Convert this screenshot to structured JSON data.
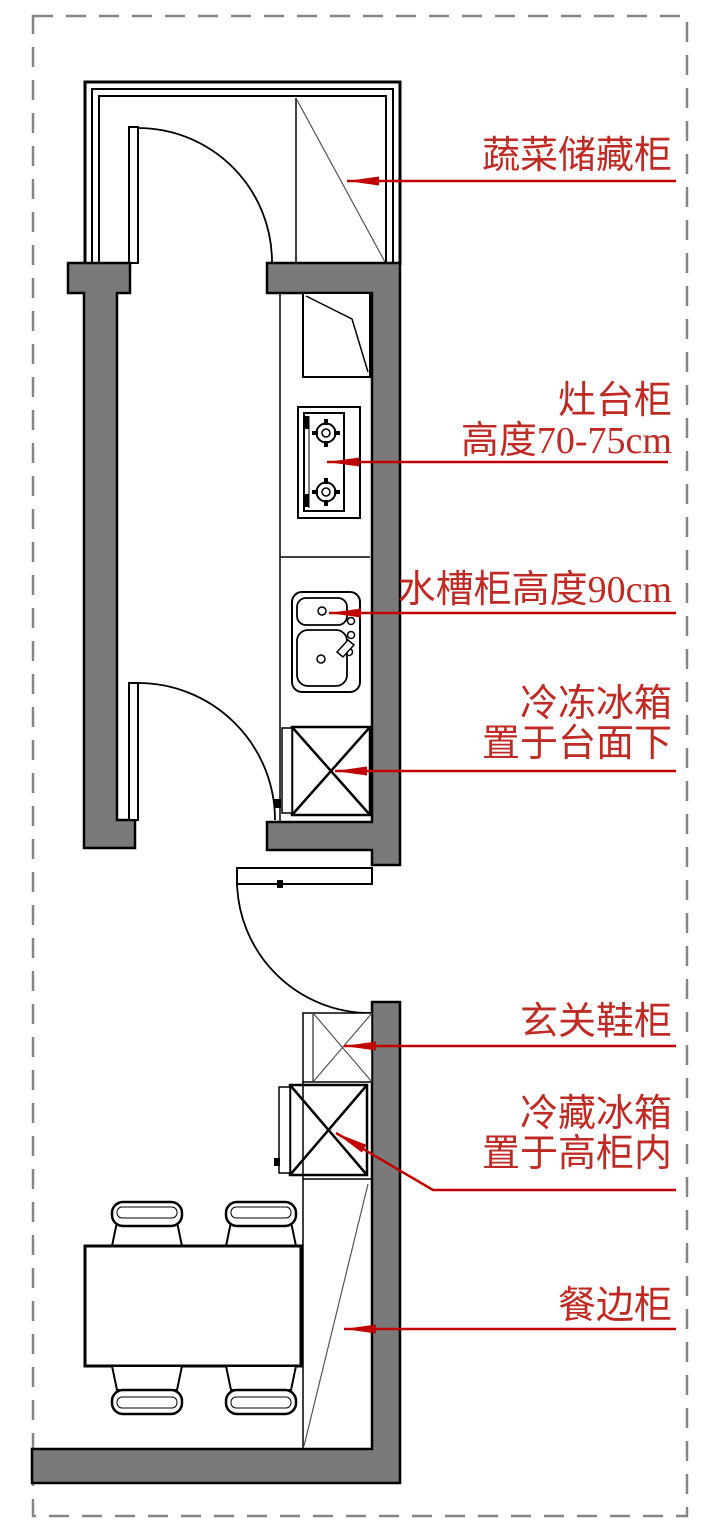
{
  "figure": {
    "type": "kitchen-and-entry-floor-plan",
    "language": "zh-CN"
  },
  "colors": {
    "annotation_red": "#c00000",
    "annotation_text_red": "#bf2b24",
    "wall_gray": "#7a7a7a",
    "line_black": "#000000",
    "dashed_border_gray": "#858585"
  },
  "annotations": [
    {
      "name": "vegetable-storage-cabinet",
      "lines": [
        "蔬菜储藏柜"
      ]
    },
    {
      "name": "stove-cabinet",
      "lines": [
        "灶台柜",
        "高度70-75cm"
      ]
    },
    {
      "name": "sink-cabinet",
      "lines": [
        "水槽柜高度90cm"
      ]
    },
    {
      "name": "freezer-under-counter",
      "lines": [
        "冷冻冰箱",
        "置于台面下"
      ]
    },
    {
      "name": "entry-shoe-cabinet",
      "lines": [
        "玄关鞋柜"
      ]
    },
    {
      "name": "fridge-in-tall-cabinet",
      "lines": [
        "冷藏冰箱",
        "置于高柜内"
      ]
    },
    {
      "name": "sideboard",
      "lines": [
        "餐边柜"
      ]
    }
  ]
}
